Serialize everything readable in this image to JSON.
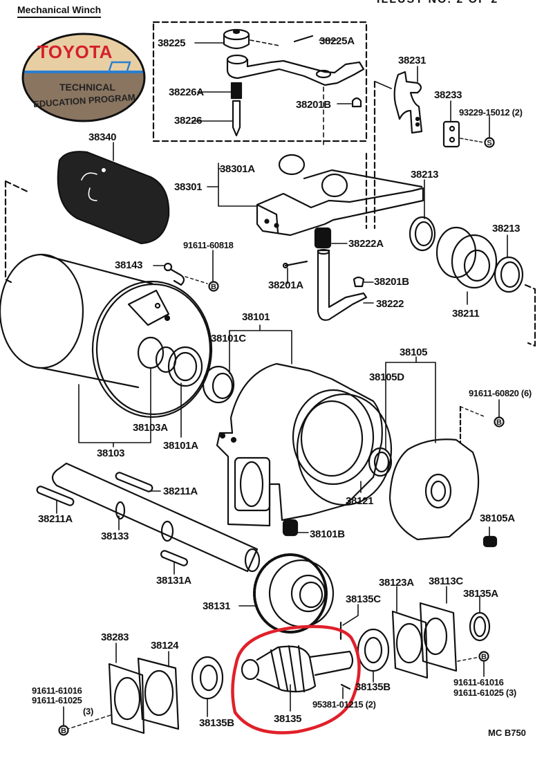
{
  "header": {
    "title": "Mechanical Winch",
    "illustration_no": "ILLUST NO. 2 OF 2"
  },
  "logo": {
    "brand": "TOYOTA",
    "line1": "TECHNICAL",
    "line2": "EDUCATION PROGRAM",
    "brand_color": "#d4202a",
    "upper_color": "#e8cfa3",
    "lower_color": "#8a7560",
    "stripe_color": "#2a7fd0"
  },
  "highlight": {
    "part": "38135",
    "color": "#e0202a"
  },
  "parts": [
    {
      "id": "38225",
      "label": "38225"
    },
    {
      "id": "38225A",
      "label": "38225A"
    },
    {
      "id": "38226A",
      "label": "38226A"
    },
    {
      "id": "38201B-top",
      "label": "38201B"
    },
    {
      "id": "38226",
      "label": "38226"
    },
    {
      "id": "38231",
      "label": "38231"
    },
    {
      "id": "38233",
      "label": "38233"
    },
    {
      "id": "93229-15012",
      "label": "93229-15012 (2)"
    },
    {
      "id": "38340",
      "label": "38340"
    },
    {
      "id": "38301A",
      "label": "38301A"
    },
    {
      "id": "38301",
      "label": "38301"
    },
    {
      "id": "38213-a",
      "label": "38213"
    },
    {
      "id": "38213-b",
      "label": "38213"
    },
    {
      "id": "91611-60818",
      "label": "91611-60818"
    },
    {
      "id": "38222A",
      "label": "38222A"
    },
    {
      "id": "38143",
      "label": "38143"
    },
    {
      "id": "38201A",
      "label": "38201A"
    },
    {
      "id": "38201B-mid",
      "label": "38201B"
    },
    {
      "id": "38222",
      "label": "38222"
    },
    {
      "id": "38211",
      "label": "38211"
    },
    {
      "id": "38101",
      "label": "38101"
    },
    {
      "id": "38101C",
      "label": "38101C"
    },
    {
      "id": "38105",
      "label": "38105"
    },
    {
      "id": "38105D",
      "label": "38105D"
    },
    {
      "id": "91611-60820",
      "label": "91611-60820 (6)"
    },
    {
      "id": "38103A",
      "label": "38103A"
    },
    {
      "id": "38101A",
      "label": "38101A"
    },
    {
      "id": "38103",
      "label": "38103"
    },
    {
      "id": "38211A-a",
      "label": "38211A"
    },
    {
      "id": "38211A-b",
      "label": "38211A"
    },
    {
      "id": "38121",
      "label": "38121"
    },
    {
      "id": "38133",
      "label": "38133"
    },
    {
      "id": "38105A",
      "label": "38105A"
    },
    {
      "id": "38101B",
      "label": "38101B"
    },
    {
      "id": "38131A",
      "label": "38131A"
    },
    {
      "id": "38123A",
      "label": "38123A"
    },
    {
      "id": "38113C",
      "label": "38113C"
    },
    {
      "id": "38131",
      "label": "38131"
    },
    {
      "id": "38135C",
      "label": "38135C"
    },
    {
      "id": "38135A",
      "label": "38135A"
    },
    {
      "id": "38283",
      "label": "38283"
    },
    {
      "id": "38124",
      "label": "38124"
    },
    {
      "id": "91611-61016-l",
      "label": "91611-61016"
    },
    {
      "id": "91611-61025-l",
      "label": "91611-61025"
    },
    {
      "id": "qty3-l",
      "label": "(3)"
    },
    {
      "id": "38135B-r",
      "label": "38135B"
    },
    {
      "id": "95381-01215",
      "label": "95381-01215 (2)"
    },
    {
      "id": "91611-61016-r",
      "label": "91611-61016"
    },
    {
      "id": "91611-61025-r",
      "label": "91611-61025 (3)"
    },
    {
      "id": "38135B-l",
      "label": "38135B"
    },
    {
      "id": "38135",
      "label": "38135"
    }
  ],
  "footer": {
    "code": "MC  B750"
  }
}
